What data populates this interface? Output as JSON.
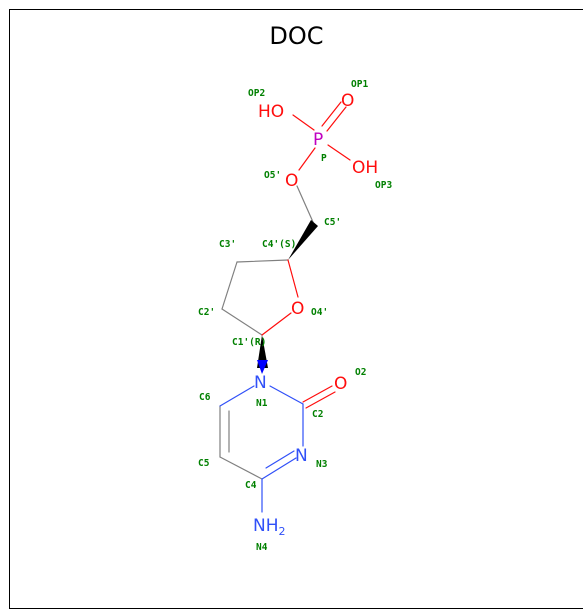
{
  "title": "DOC",
  "colors": {
    "oxygen": "#ff0d0d",
    "nitrogen": "#3050f8",
    "phosphorus": "#c000c0",
    "carbon": "#000000",
    "atom_label": "#008000",
    "bond": "#808080"
  },
  "elements": {
    "ho_left": "HO",
    "p": "P",
    "o_dbl": "O",
    "oh_right": "OH",
    "o5": "O",
    "o4": "O",
    "n1": "N",
    "o2": "O",
    "n3": "N",
    "nh2": "NH",
    "nh2_sub": "2"
  },
  "atom_labels": {
    "op2": "OP2",
    "op1": "OP1",
    "p": "P",
    "op3": "OP3",
    "o5": "O5'",
    "c5": "C5'",
    "c4": "C4'(S)",
    "c3": "C3'",
    "c2p": "C2'",
    "o4": "O4'",
    "c1": "C1'(R)",
    "o2": "O2",
    "c6": "C6",
    "n1": "N1",
    "c2": "C2",
    "n3": "N3",
    "c5b": "C5",
    "c4b": "C4",
    "n4": "N4"
  }
}
